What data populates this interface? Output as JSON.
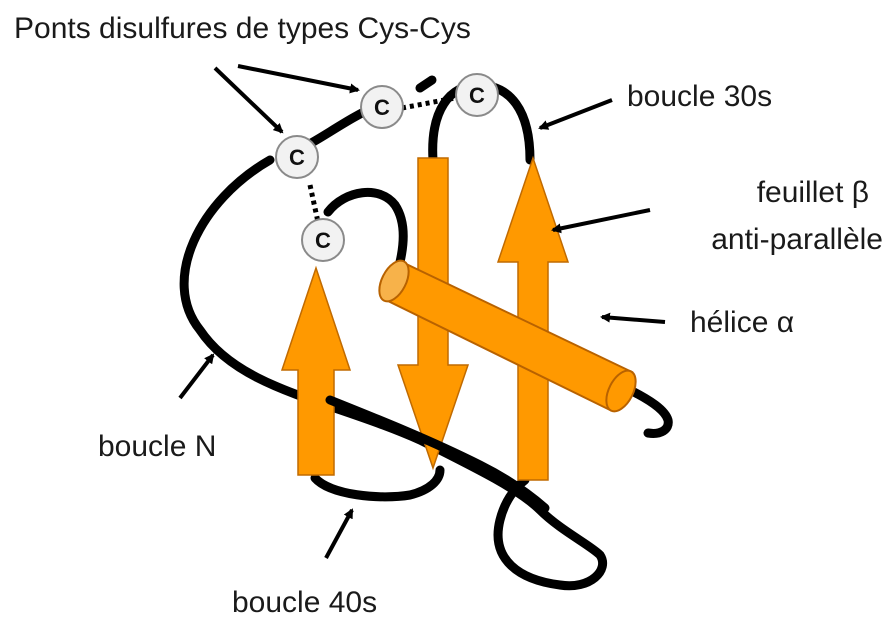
{
  "title": "Ponts disulfures de types Cys-Cys",
  "labels": {
    "loop_30s": "boucle 30s",
    "beta_sheet_line1": "feuillet β",
    "beta_sheet_line2": "anti-parallèle",
    "alpha_helix": "hélice α",
    "loop_n": "boucle N",
    "loop_40s": "boucle 40s"
  },
  "cysteines": [
    "C",
    "C",
    "C",
    "C"
  ],
  "colors": {
    "strand": "#ff9900",
    "strand_stroke": "#c06a00",
    "helix": "#ff9900",
    "helix_end": "#f7b24a",
    "backbone": "#000000",
    "cys_fill": "#f2f2f2",
    "cys_stroke": "#8a8a8a",
    "arrow": "#000000"
  }
}
